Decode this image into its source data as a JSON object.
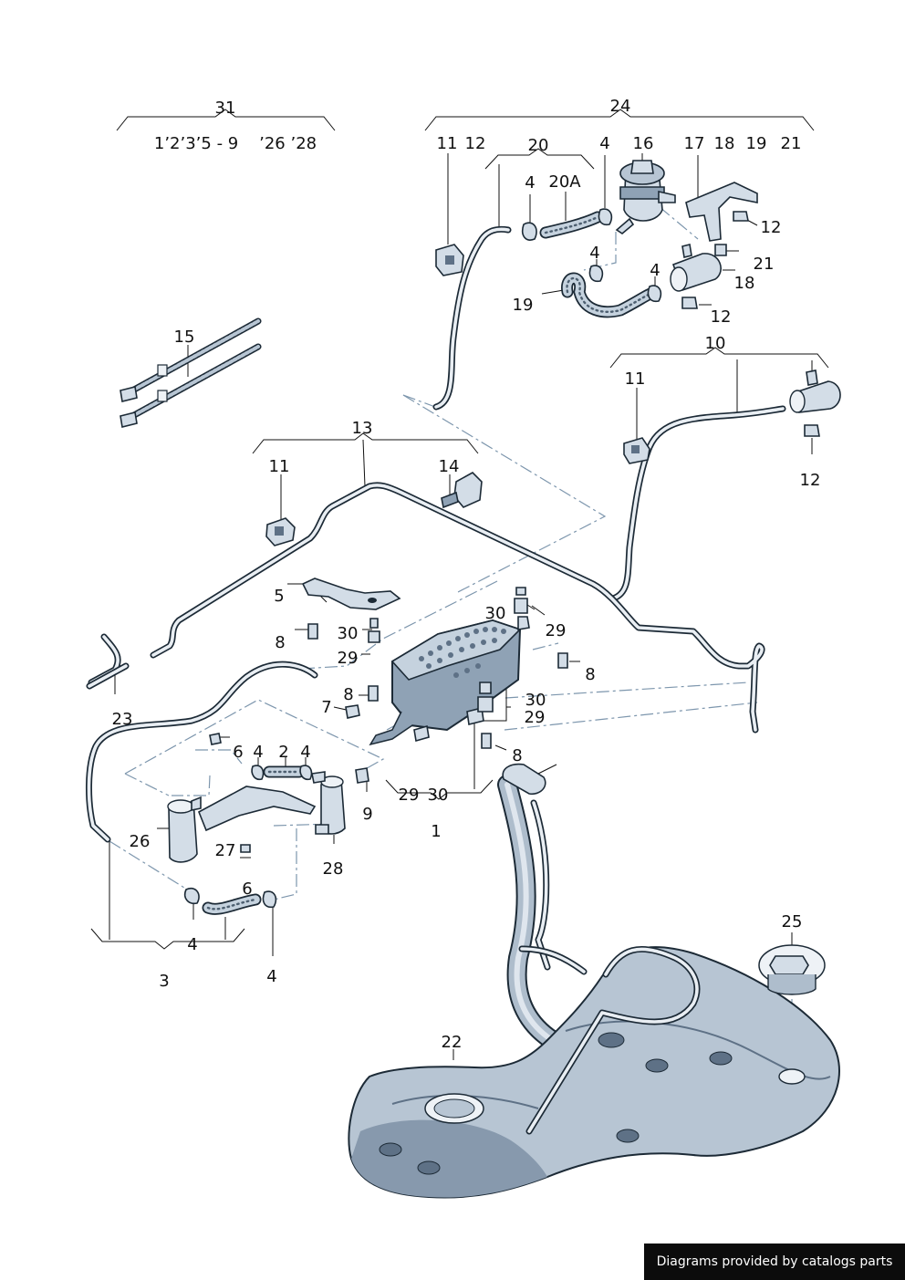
{
  "labels": {
    "l31": "31",
    "l31_sub": "1’2’3’5 - 9    ’26 ’28",
    "l24": "24",
    "l11a": "11",
    "l12a": "12",
    "l20": "20",
    "l4a": "4",
    "l16": "16",
    "l17": "17",
    "l18a": "18",
    "l19a": "19",
    "l21a": "21",
    "l4b": "4",
    "l20A": "20A",
    "l12b": "12",
    "l4c": "4",
    "l21b": "21",
    "l4d": "4",
    "l18b": "18",
    "l19b": "19",
    "l12c": "12",
    "l15": "15",
    "l10": "10",
    "l11b": "11",
    "l12d": "12",
    "l13": "13",
    "l11c": "11",
    "l14": "14",
    "l5": "5",
    "l8a": "8",
    "l30a": "30",
    "l29a": "29",
    "l30b": "30",
    "l29b": "29",
    "l8b": "8",
    "l8c": "8",
    "l7": "7",
    "l30c": "30",
    "l29c": "29",
    "l23": "23",
    "l6a": "6",
    "l4e": "4",
    "l2": "2",
    "l4f": "4",
    "l8d": "8",
    "l9": "9",
    "l29d": "29",
    "l30d": "30",
    "l1": "1",
    "l26": "26",
    "l27": "27",
    "l28": "28",
    "l6b": "6",
    "l4g": "4",
    "l3": "3",
    "l4h": "4",
    "l25": "25",
    "l22": "22"
  },
  "footer": {
    "text": "Diagrams provided by catalogs parts"
  }
}
